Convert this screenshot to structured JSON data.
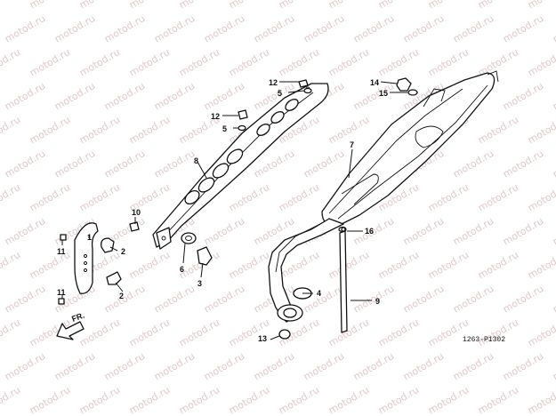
{
  "watermark_text": "motod.ru",
  "diagram_code": "1263-P1302",
  "direction_label": "FR.",
  "callouts": {
    "c1": "1",
    "c2a": "2",
    "c2b": "2",
    "c3": "3",
    "c4": "4",
    "c5a": "5",
    "c5b": "5",
    "c6": "6",
    "c7": "7",
    "c8": "8",
    "c9": "9",
    "c10": "10",
    "c11a": "11",
    "c11b": "11",
    "c12a": "12",
    "c12b": "12",
    "c13": "13",
    "c14": "14",
    "c15": "15",
    "c16": "16"
  }
}
